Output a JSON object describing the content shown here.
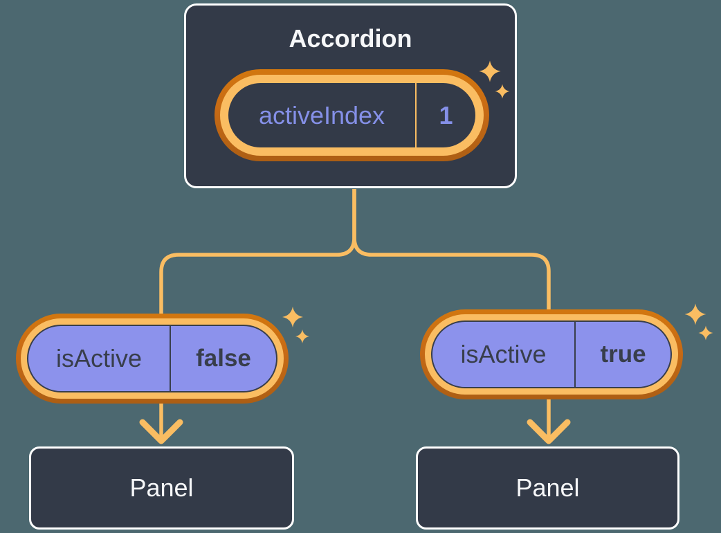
{
  "colors": {
    "background": "#4C6870",
    "card_fill": "#333A48",
    "card_border": "#FFFFFF",
    "text_light": "#F6F7F9",
    "orange_light": "#FABD62",
    "orange_dark": "#C76A15",
    "purple_fill": "#8C92EC",
    "purple_text": "#8590E8",
    "text_dark": "#383E4B"
  },
  "accordion": {
    "title": "Accordion",
    "state_pill": {
      "label": "activeIndex",
      "value": "1"
    }
  },
  "left_branch": {
    "prop_pill": {
      "label": "isActive",
      "value": "false"
    },
    "panel": {
      "title": "Panel"
    }
  },
  "right_branch": {
    "prop_pill": {
      "label": "isActive",
      "value": "true"
    },
    "panel": {
      "title": "Panel"
    }
  },
  "icons": {
    "sparkle": "four-point-star",
    "arrow": "arrow-down"
  }
}
